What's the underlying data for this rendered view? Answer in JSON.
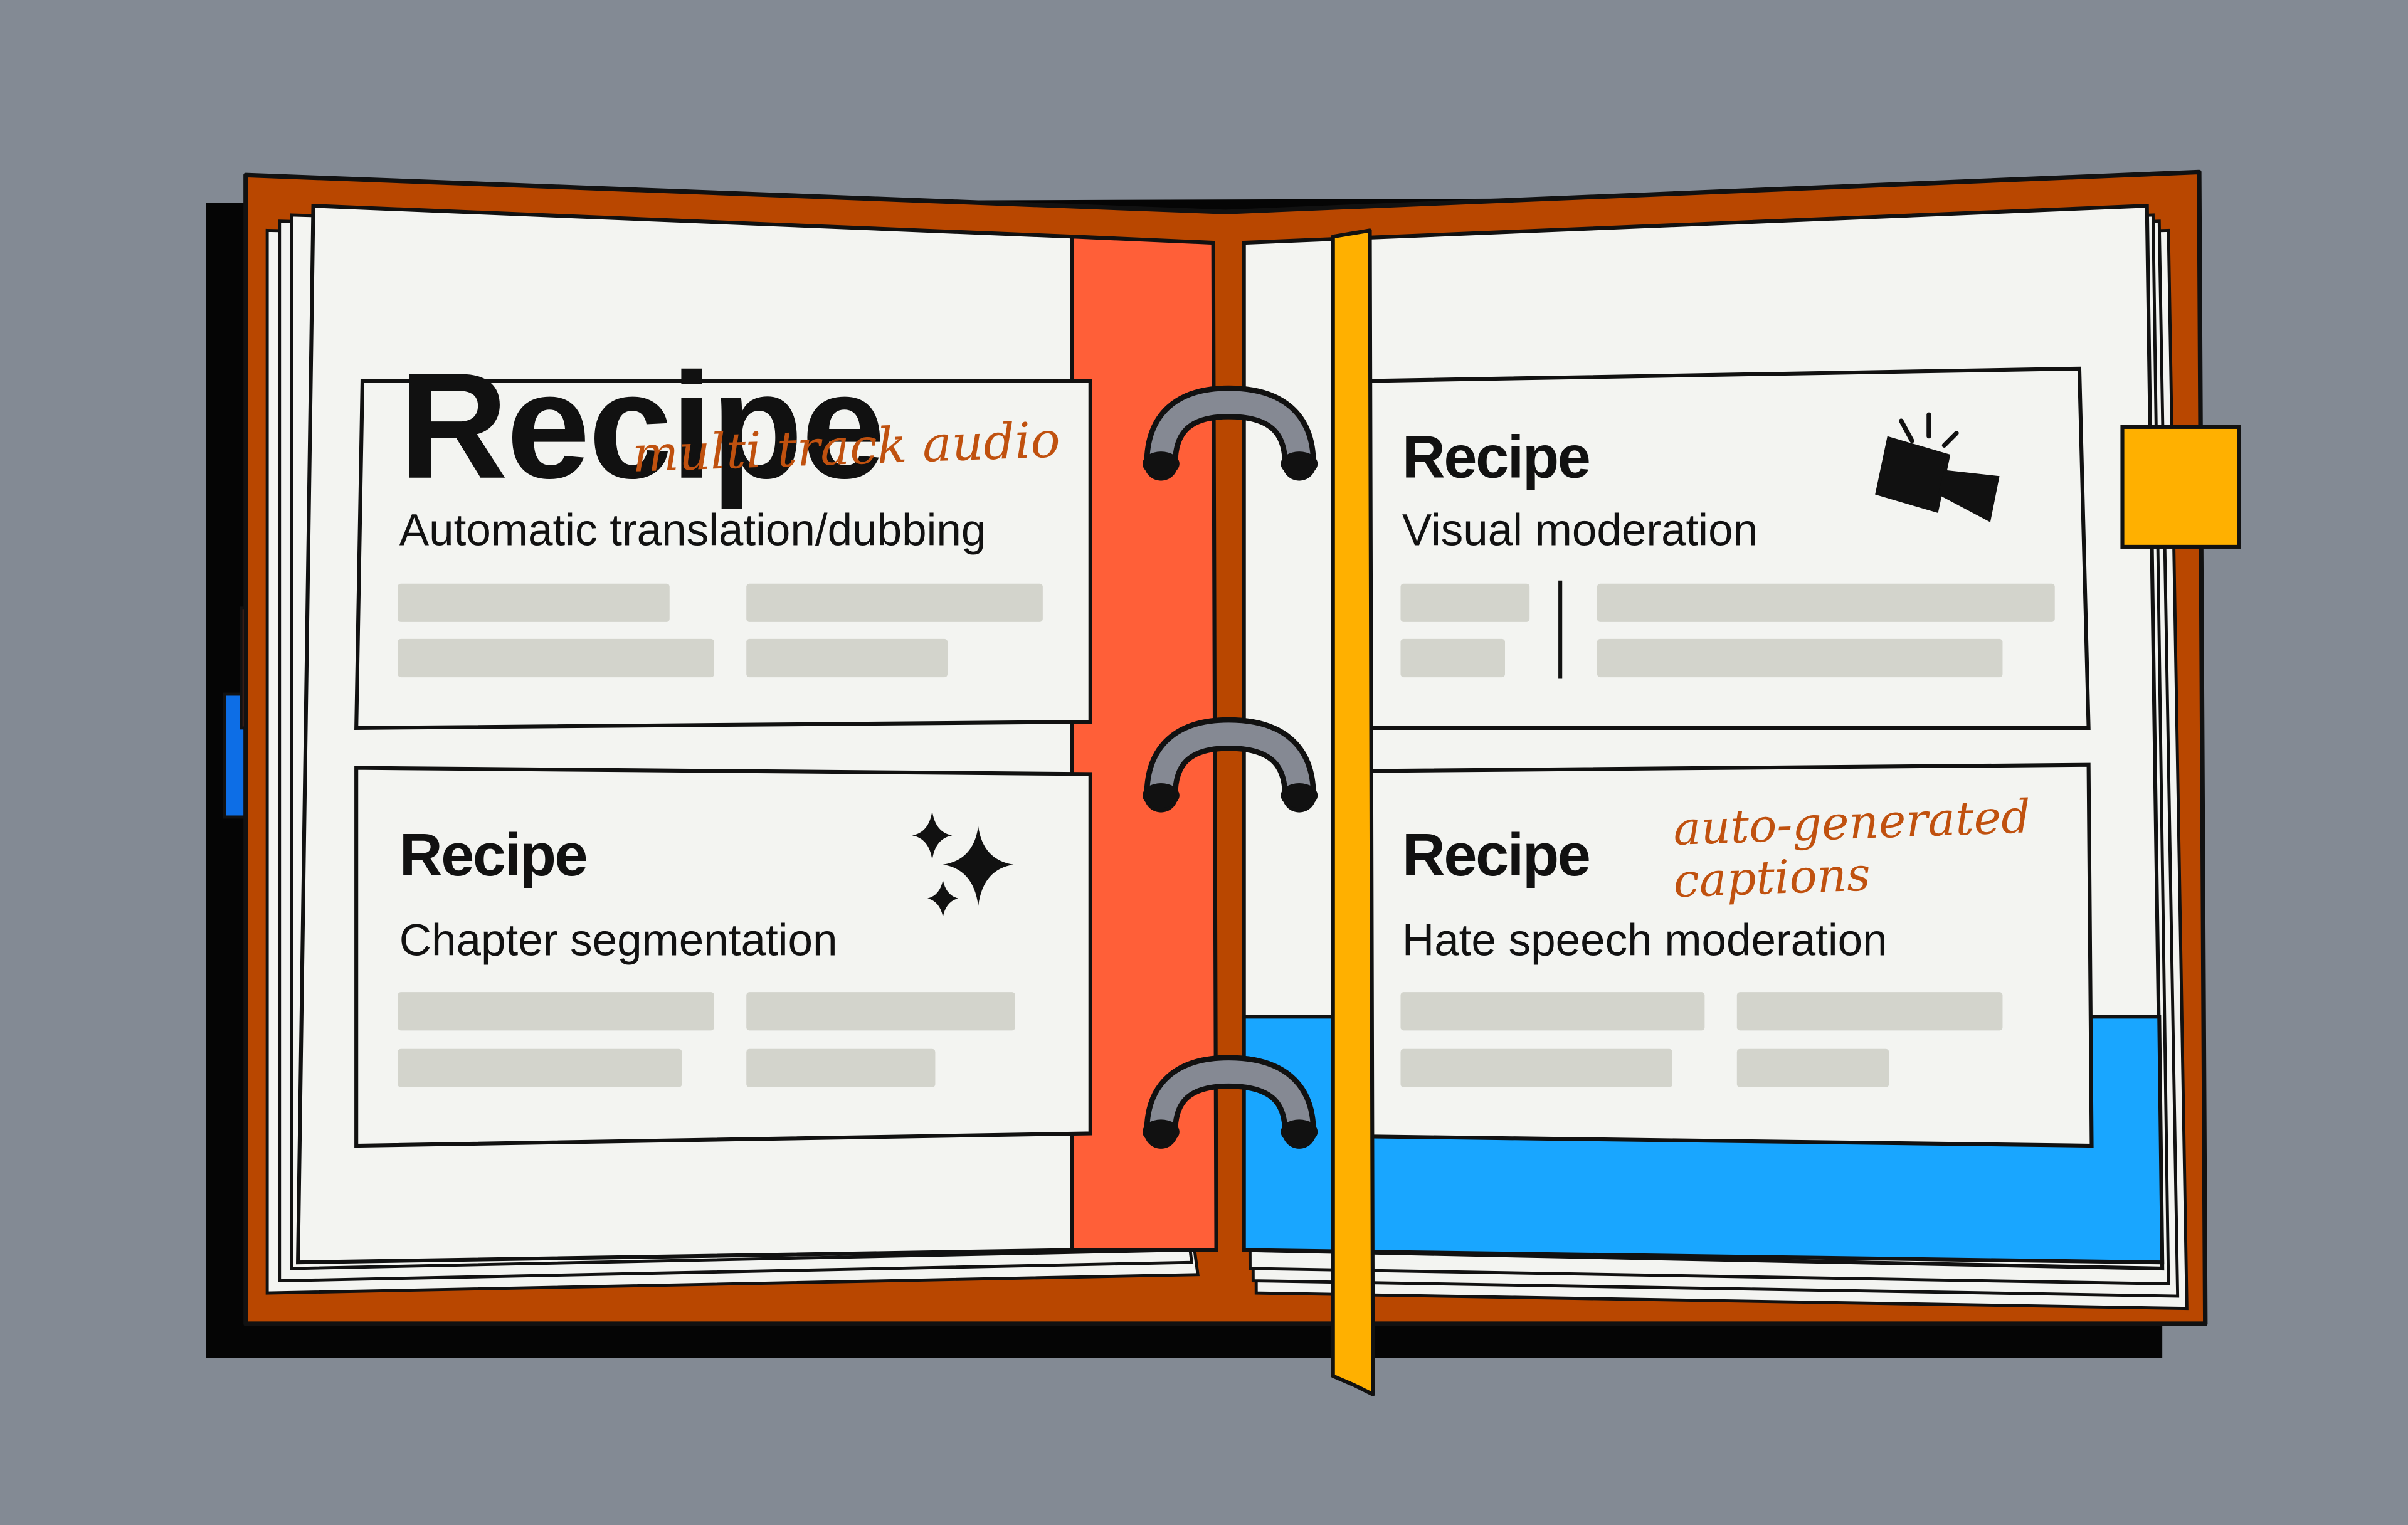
{
  "cards": [
    {
      "title": "Recipe",
      "subtitle": "Automatic translation/dubbing",
      "note": "multi track audio"
    },
    {
      "title": "Recipe",
      "subtitle": "Chapter segmentation",
      "icon": "sparkles-icon"
    },
    {
      "title": "Recipe",
      "subtitle": "Visual moderation",
      "icon": "video-camera-icon"
    },
    {
      "title": "Recipe",
      "subtitle": "Hate speech moderation",
      "note_lines": [
        "auto-generated",
        "captions"
      ]
    }
  ],
  "colors": {
    "background": "#838a94",
    "cover": "#b94700",
    "page": "#f3f4f1",
    "left_divider": "#ff5f38",
    "right_divider": "#19a6ff",
    "bookmark_ribbon": "#ffb000",
    "tab_red": "#ff5f38",
    "tab_blue": "#0d6ee6",
    "tab_yellow": "#ffb000",
    "placeholder_bar": "#d3d4cc",
    "handwriting": "#c0510f"
  }
}
